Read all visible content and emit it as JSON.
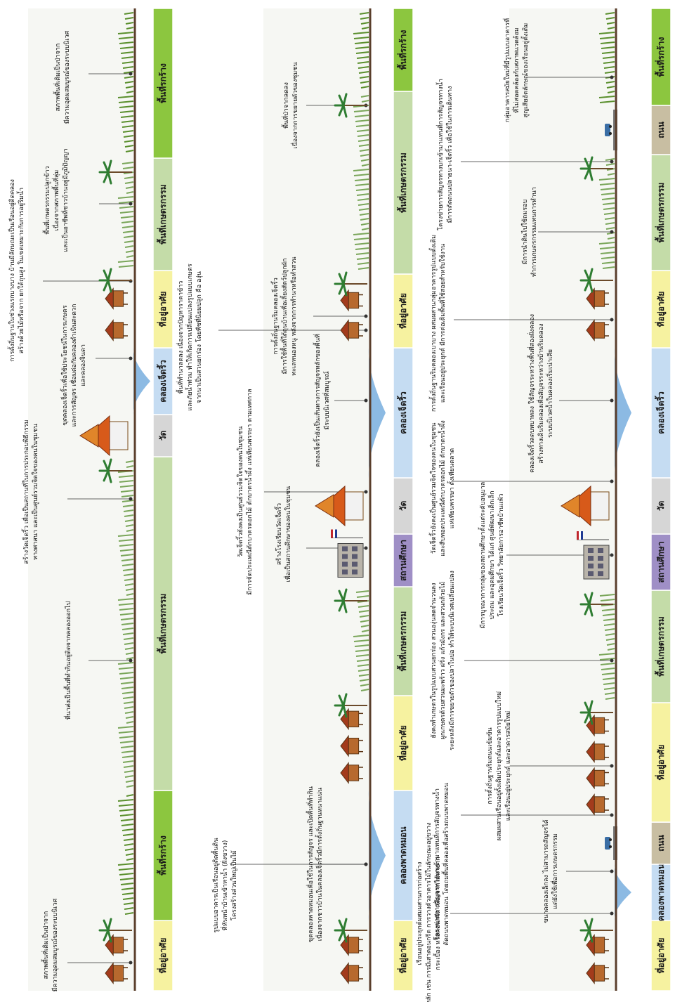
{
  "title": "",
  "panels": [
    {
      "id": "panel-1",
      "zones": [
        {
          "label": "ที่อยู่อาศัย",
          "kind": "housing"
        },
        {
          "label": "พื้นที่รกร้าง",
          "kind": "vacant"
        },
        {
          "label": "พื้นที่เกษตรกรรม",
          "kind": "agri"
        },
        {
          "label": "วัด",
          "kind": "temple"
        },
        {
          "label": "คลองเจ็ดริ้ว",
          "kind": "canal"
        },
        {
          "label": "ที่อยู่อาศัย",
          "kind": "housing"
        },
        {
          "label": "พื้นที่เกษตรกรรม",
          "kind": "agri"
        },
        {
          "label": "พื้นที่รกร้าง",
          "kind": "vacant"
        }
      ],
      "notes": [
        {
          "id": "p1-n1",
          "lines": [
            "สภาพพื้นที่เดิมเป็นป่าจาก",
            "มีความอุดมสมบูรณ์ของระบบนิเวศ"
          ]
        },
        {
          "id": "p1-n2",
          "lines": [
            "ที่นาส่งเป็นพื้นที่ทำกินอยู่ติดจากคลองออกไป"
          ]
        },
        {
          "id": "p1-n3",
          "lines": [
            "สร้างวัดเจ็ดริ้ว เพื่อเป็นสถานที่ในการประกอบพิธีกรรม",
            "ทางศาสนา และเป็นศูนย์รวมจิตใจของคนในชุมชน"
          ]
        },
        {
          "id": "p1-n4",
          "lines": [
            "ขุดคลองเจ็ดริ้วเพื่อใช้ประโยชน์ในการเกษตร",
            "และการสัญจร เชื่อมต่อกับคลองดำเนินสะดวก",
            "และคลองจินดา"
          ]
        },
        {
          "id": "p1-n5",
          "lines": [
            "การตั้งถิ่นฐานในช่วงแรกบางบาง บ้านมีลักษณะเป็นเรือนอยู่ติดคลอง",
            "สร้างด้วยไม้หรือจาก ยกใต้ถุนสูง ในเขตเหมาะกับการอยู่ริมน้ำ"
          ]
        },
        {
          "id": "p1-n6",
          "lines": [
            "พื้นที่เกษตรกรรมปลูกข้าว",
            "เนื่องจากสภาพพื้นที่ลุ่ม",
            "และเป็นอาชีพที่ชาวบ้านอยู่มีภูมิปัญญา"
          ]
        },
        {
          "id": "p1-n7",
          "lines": [
            "สภาพพื้นที่เดิมเป็นป่าจาก",
            "มีความอุดมสมบูรณ์ของระบบนิเวศ"
          ]
        }
      ]
    },
    {
      "id": "panel-2",
      "zones": [
        {
          "label": "ที่อยู่อาศัย",
          "kind": "housing"
        },
        {
          "label": "คลองพาดหมอน",
          "kind": "canal"
        },
        {
          "label": "ที่อยู่อาศัย",
          "kind": "housing"
        },
        {
          "label": "พื้นที่เกษตรกรรม",
          "kind": "agri"
        },
        {
          "label": "สถานศึกษา",
          "kind": "school"
        },
        {
          "label": "วัด",
          "kind": "temple"
        },
        {
          "label": "คลองเจ็ดริ้ว",
          "kind": "canal"
        },
        {
          "label": "ที่อยู่อาศัย",
          "kind": "housing"
        },
        {
          "label": "พื้นที่เกษตรกรรม",
          "kind": "agri"
        },
        {
          "label": "พื้นที่รกร้าง",
          "kind": "vacant"
        }
      ],
      "notes": [
        {
          "id": "p2-n1",
          "lines": [
            "ขุดคลองพาดหมอนเพื่อใช้ในการสัญจร และเปิดพื้นที่ทำกิน",
            "เนื่องจากชาวบ้านในคลองเจ็ดริ้วมีการตั้งถิ่นฐานหนาแน่น"
          ]
        },
        {
          "id": "p2-n2",
          "lines": [
            "รูปแบบอาคารเป็นเรือนอยู่ติดพื้นดิน",
            "ที่หันหน้าบ้านเข้าหาน้ำ (ฝั่งขวาง)",
            "โครงสร้างส่วนใหญ่เป็นไม้"
          ]
        },
        {
          "id": "p2-n3",
          "lines": [
            "สร้างโรงเรียนวัดเจ็ดริ้ว",
            "เพื่อเป็นสถานศึกษาของคนในชุมชน"
          ]
        },
        {
          "id": "p2-n4",
          "lines": [
            "วัดเจ็ดริ้วยังคงเป็นศูนย์รวมจิตใจของคนในชุมชน",
            "มีการจัดประเพณีตักบาตรดอกไม้ ตักบาตรน้ำผึ้ง แห่เทียนพรรษา ตามเทศกาล"
          ]
        },
        {
          "id": "p2-n5",
          "lines": [
            "พื้นที่ทำนาลดลง เนื่องจากปัญหาราคาข้าว",
            "และภัยน้ำท่วม ทำให้เกิดการเปลี่ยนแปลงรูปแบบเกษตร",
            "จากนาเป็นสวนยกร่อง โดยพืชที่นิยมปลูก คือ องุ่น"
          ]
        },
        {
          "id": "p2-n6",
          "lines": [
            "คลองเจ็ดริ้วยังเป็นเส้นทางการสัญจรหลักของพื้นที่",
            "มีระบบนิเวศที่สมบูรณ์"
          ]
        },
        {
          "id": "p2-n7",
          "lines": [
            "การตั้งถิ่นฐานริมคลองเจ็ดริ้ว",
            "มีการใช้พื้นที่ใต้ถุนบ้านเพื่อเลี้ยงสัตว์ปลูกผัก",
            "ทะเลหนองหนู หลังจากการทำนาหรือทำสวน"
          ]
        },
        {
          "id": "p2-n8",
          "lines": [
            "พื้นที่ป่าจากลดลง",
            "เนื่องจากการขยายตัวของชุมชน"
          ]
        }
      ]
    },
    {
      "id": "panel-3",
      "zones": [
        {
          "label": "ที่อยู่อาศัย",
          "kind": "housing"
        },
        {
          "label": "คลองพาดหมอน",
          "kind": "canal"
        },
        {
          "label": "ถนน",
          "kind": "road"
        },
        {
          "label": "ที่อยู่อาศัย",
          "kind": "housing"
        },
        {
          "label": "พื้นที่เกษตรกรรม",
          "kind": "agri"
        },
        {
          "label": "สถานศึกษา",
          "kind": "school"
        },
        {
          "label": "วัด",
          "kind": "temple"
        },
        {
          "label": "คลองเจ็ดริ้ว",
          "kind": "canal"
        },
        {
          "label": "ที่อยู่อาศัย",
          "kind": "housing"
        },
        {
          "label": "พื้นที่เกษตรกรรม",
          "kind": "agri"
        },
        {
          "label": "ถนน",
          "kind": "road"
        },
        {
          "label": "พื้นที่รกร้าง",
          "kind": "vacant"
        }
      ],
      "notes": [
        {
          "id": "p3-n1",
          "lines": [
            "เรือนอยู่ประยุกต์ผสมผสานการก่อสร้าง",
            "หลัก เช่น การมีเสาคอนกรีต การวางตัวอาคารไม้ในลักษณะอยู่ขวาง",
            "กระเบื้อง หรือคอนกรีต เนื่องจากไม้หายาก"
          ]
        },
        {
          "id": "p3-n2",
          "lines": [
            "โครงข่ายการสัญจรทางบกเข้ามาแทนที่การสัญจรทางน้ำ",
            "ตัดถนนพาดหมอน โดยถมพื้นที่คลองเพื่อสร้างถนนพาดหมอน"
          ]
        },
        {
          "id": "p3-n3",
          "lines": [
            "ขนาดคลองเล็กลง ไม่สามารถสัญจรได้",
            "แต่ยังใช้เพื่อการเกษตรกรรม"
          ]
        },
        {
          "id": "p3-n4",
          "lines": [
            "การตั้งถิ่นฐานริมถนนเข้มข้น",
            "ผสมผสานเรือนอยู่ดั้งเดิมประยุกต์และอาคารรูปแบบใหม่",
            "และเรือนอยู่ประยุกต์ และอาคารสมัยใหม่"
          ]
        },
        {
          "id": "p3-n5",
          "lines": [
            "ยังคงทำเกษตรในรูปแบบสวนยกร่อง สวนองุ่นลดจำนวนลง",
            "ผูกเกษตรด้วยสวนมะพร้าว ฝรั่ง แก้วมังกร และสวนกล้วยไม้",
            "ระยะหลังมีการขยายตัวของปลาในบ่อ ทำให้ระบบนิเวศเปลี่ยนแปลง"
          ]
        },
        {
          "id": "p3-n6",
          "lines": [
            "มีการบูรณาการกลุ่มของสถานศึกษาตั้งแต่ระดับอนุบาล",
            "ประถม และอุดมศึกษา ได้แก่ ศูนย์พัฒนาเด็กเล็ก",
            "โรงเรียนวัดเจ็ดริ้ว วิทยาลัยการอาชีพบ้านแพ้ว"
          ]
        },
        {
          "id": "p3-n7",
          "lines": [
            "วัดเจ็ดริ้วยังคงเป็นศูนย์รวมจิตใจของคนในชุมชน",
            "และสืบทอดประเพณีตักบาตรดอกไม้ ตักบาตรน้ำผึ้ง",
            "แห่เทียนพรรษา ตั้งเทียนตลาด"
          ]
        },
        {
          "id": "p3-n8",
          "lines": [
            "คลองเจ็ดริ้วลดบทบาทลง ใช้สัญจรระหว่างพื้นที่สองฝั่งคลอง",
            "สร้างทางเดินริมคลองเพื่อสัญจรระหว่างบ้านริมคลอง",
            "ระบบนิเวศน้ำในคลองเริ่มเน่าเสีย"
          ]
        },
        {
          "id": "p3-n9",
          "lines": [
            "การตั้งถิ่นฐานริมคลองเบาบาง ผสมผสานกลุ่มอาคารรูปแบบดั้งเดิม",
            "และเรือนอยู่ประยุกต์ มีการต่อเติมพื้นที่ใช้สอยสำหรับใช้งาน"
          ]
        },
        {
          "id": "p3-n10",
          "lines": [
            "มีการนำดินไปใช้ถมรอบ",
            "ทำการเกษตรกรรมแทนการทำนา"
          ]
        },
        {
          "id": "p3-n11",
          "lines": [
            "โครงข่ายการสัญจรทางบกเข้ามาแทนที่การสัญจรทางน้ำ",
            "มีการตัดถนนปลายนา-เจ็ดริ้ว เพื่อใช้ในการเดินทาง"
          ]
        },
        {
          "id": "p3-n12",
          "lines": [
            "กลุ่มอาคารสมัยใหม่ที่มีรูปแบบอาคารที่",
            "ที่ไม่สอดคล้องกับสภาพแวดล้อม",
            "สูญเสียอัตลักษณ์ของเรือนอยู่ดั้งเดิม"
          ]
        }
      ]
    }
  ],
  "colors": {
    "housing": "#f6f2a0",
    "vacant": "#8cc63f",
    "agri": "#c4dca8",
    "temple": "#d6d6d6",
    "canal": "#c5dcf2",
    "school": "#9f8fc6",
    "road": "#c8bea2",
    "water": "#7fb3e0",
    "ground": "#5a3e2b",
    "leader": "#333333",
    "text": "#111111"
  },
  "icons": [
    "house-icon",
    "temple-icon",
    "school-icon",
    "palm-tree-icon",
    "flag-icon",
    "vehicle-icon",
    "grass-icon"
  ]
}
